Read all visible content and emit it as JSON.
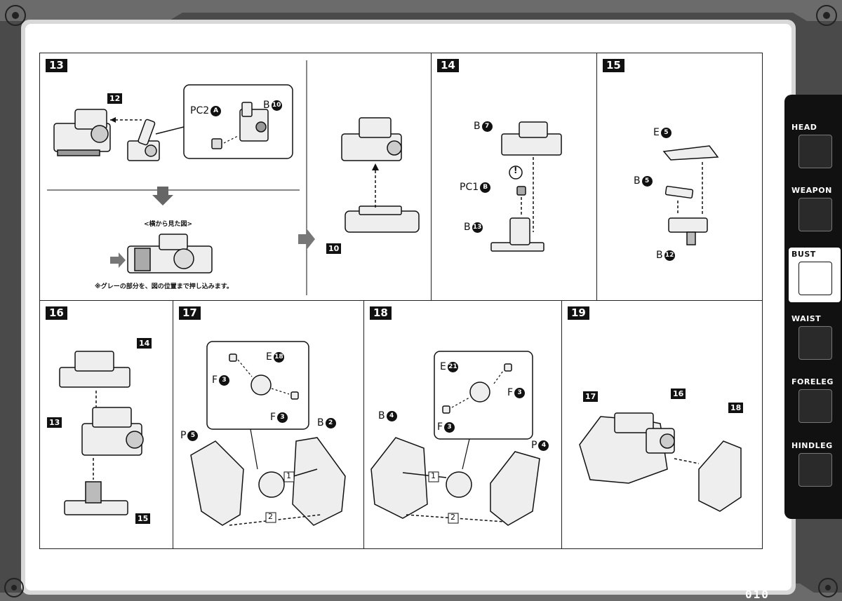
{
  "steps": {
    "s13": {
      "num": "13",
      "labels": {
        "p12": "12",
        "pc2": "PC2",
        "pcA": "A",
        "b": "B",
        "b10": "10",
        "p10": "10"
      },
      "side_view_caption": "<横から見た図>",
      "note": "※グレーの部分を、図の位置まで押し込みます。"
    },
    "s14": {
      "num": "14",
      "labels": {
        "b": "B",
        "b7": "7",
        "pc1": "PC1",
        "pcB": "B",
        "b2": "B",
        "b13": "13",
        "warn": "!"
      }
    },
    "s15": {
      "num": "15",
      "labels": {
        "e": "E",
        "e5": "5",
        "b": "B",
        "b5": "5",
        "b2": "B",
        "b12": "12"
      }
    },
    "s16": {
      "num": "16",
      "labels": {
        "p14": "14",
        "p13": "13",
        "p15": "15"
      }
    },
    "s17": {
      "num": "17",
      "labels": {
        "f1": "F",
        "f1n": "3",
        "e": "E",
        "e18": "18",
        "f2": "F",
        "f2n": "3",
        "p": "P",
        "p5": "5",
        "b": "B",
        "b2": "2",
        "o1": "1",
        "o2": "2"
      }
    },
    "s18": {
      "num": "18",
      "labels": {
        "b": "B",
        "b4": "4",
        "e": "E",
        "e21": "21",
        "f1": "F",
        "f1n": "3",
        "f2": "F",
        "f2n": "3",
        "p": "P",
        "p4": "4",
        "o1": "1",
        "o2": "2"
      }
    },
    "s19": {
      "num": "19",
      "labels": {
        "p17": "17",
        "p16": "16",
        "p18": "18"
      }
    }
  },
  "tabs": [
    {
      "label": "HEAD",
      "icon": "head-icon",
      "active": false
    },
    {
      "label": "WEAPON",
      "icon": "weapon-icon",
      "active": false
    },
    {
      "label": "BUST",
      "icon": "bust-icon",
      "active": true
    },
    {
      "label": "WAIST",
      "icon": "waist-icon",
      "active": false
    },
    {
      "label": "FORELEG",
      "icon": "foreleg-icon",
      "active": false
    },
    {
      "label": "HINDLEG",
      "icon": "hindleg-icon",
      "active": false
    }
  ],
  "page_number": "010"
}
